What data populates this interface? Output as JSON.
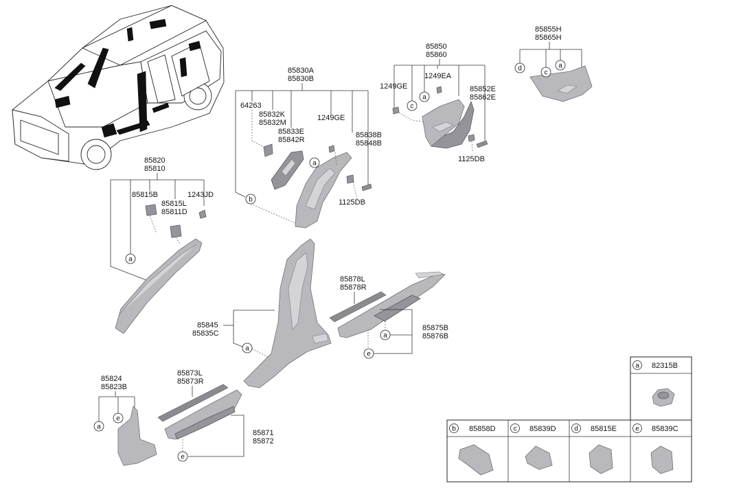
{
  "callouts": {
    "a_pillar": [
      "85820",
      "85810"
    ],
    "a_clip": "85815B",
    "a_clip2": [
      "85815L",
      "85811D"
    ],
    "a_bolt": "1243JD",
    "b_pillar_upper": [
      "85830A",
      "85830B"
    ],
    "b_bolt": "64263",
    "b_speaker": [
      "85832K",
      "85832M"
    ],
    "b_cover": [
      "85833E",
      "85842R"
    ],
    "b_screw": "1249GE",
    "b_side": [
      "85838B",
      "85848B"
    ],
    "b_nut": "1125DB",
    "c_pillar": [
      "85850",
      "85860"
    ],
    "c_screw1": "1249GE",
    "c_screw2": "1249EA",
    "c_side": [
      "85852E",
      "85862E"
    ],
    "c_nut": "1125DB",
    "d_pillar": [
      "85855H",
      "85865H"
    ],
    "b_lower": [
      "85845",
      "85835C"
    ],
    "rear_strip": [
      "85878L",
      "85878R"
    ],
    "rear_scuff": [
      "85875B",
      "85876B"
    ],
    "cowl": [
      "85824",
      "85823B"
    ],
    "front_strip": [
      "85873L",
      "85873R"
    ],
    "front_scuff": [
      "85871",
      "85872"
    ]
  },
  "legend": [
    {
      "letter": "a",
      "part": "82315B"
    },
    {
      "letter": "b",
      "part": "85858D"
    },
    {
      "letter": "c",
      "part": "85839D"
    },
    {
      "letter": "d",
      "part": "85815E"
    },
    {
      "letter": "e",
      "part": "85839C"
    }
  ],
  "letters": {
    "a": "a",
    "b": "b",
    "c": "c",
    "d": "d",
    "e": "e"
  }
}
